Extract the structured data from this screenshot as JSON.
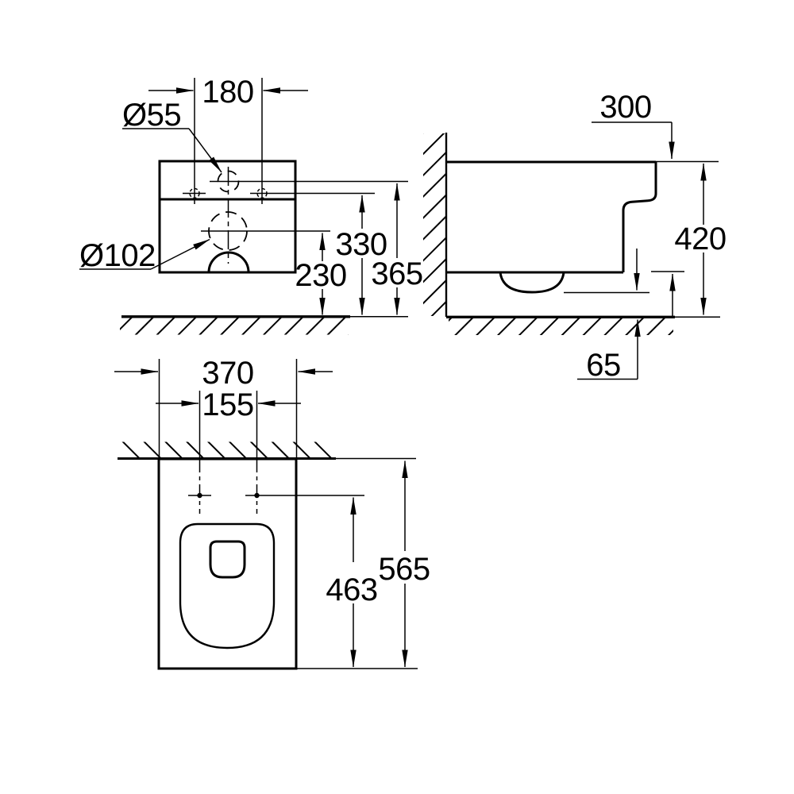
{
  "views": {
    "front": {
      "dims": {
        "hole_spacing": "180",
        "inlet_diameter": "Ø55",
        "outlet_diameter": "Ø102",
        "outlet_center_height": "230",
        "hole_center_height": "330",
        "inlet_center_height": "365"
      }
    },
    "side": {
      "dims": {
        "body_front_height": "300",
        "overall_height": "420",
        "floor_clearance": "65"
      }
    },
    "plan": {
      "dims": {
        "overall_width": "370",
        "hole_spacing": "155",
        "hole_to_front_edge": "463",
        "overall_depth": "565"
      }
    },
    "colors": {
      "line": "#000000",
      "background": "#ffffff"
    }
  }
}
